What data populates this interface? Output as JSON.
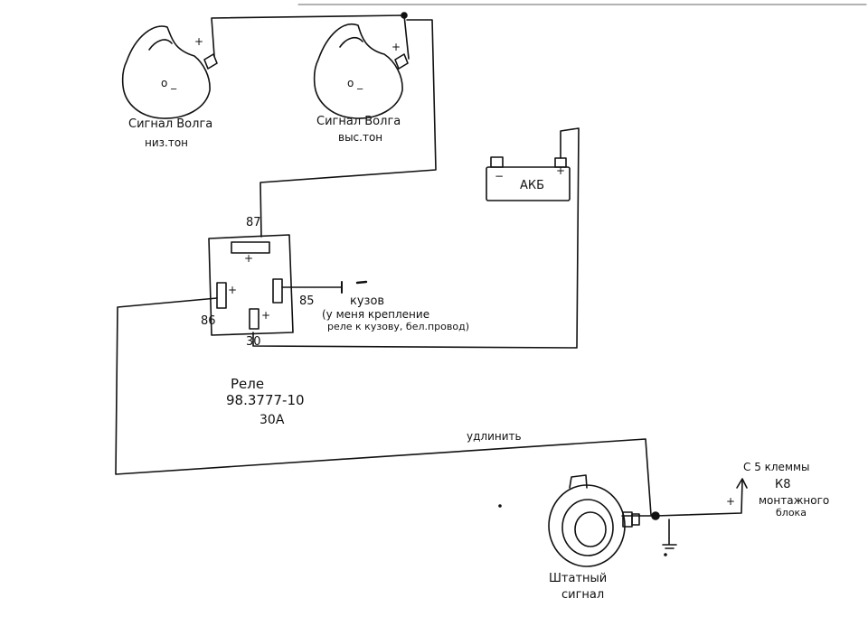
{
  "horns": {
    "low": {
      "label_line1": "Сигнал Волга",
      "label_line2": "низ.тон",
      "plus": "+",
      "minus": "o _"
    },
    "high": {
      "label_line1": "Сигнал Волга",
      "label_line2": "выс.тон",
      "plus": "+",
      "minus": "o _"
    }
  },
  "battery": {
    "label": "АКБ",
    "minus": "−",
    "plus": "+"
  },
  "relay": {
    "pin87": "87",
    "pin85": "85",
    "pin86": "86",
    "pin30": "30",
    "plus": "+",
    "caption_line1": "Реле",
    "caption_line2": "98.3777-10",
    "caption_line3": "30А"
  },
  "ground": {
    "label": "кузов",
    "note_line1": "(у меня крепление",
    "note_line2": "реле к кузову, бел.провод)"
  },
  "extend_label": "удлинить",
  "mount_block": {
    "line1": "С 5 клеммы",
    "line2": "К8",
    "line3": "монтажного",
    "line4": "блока",
    "plus": "+"
  },
  "stock_horn": {
    "label_line1": "Штатный",
    "label_line2": "сигнал"
  }
}
